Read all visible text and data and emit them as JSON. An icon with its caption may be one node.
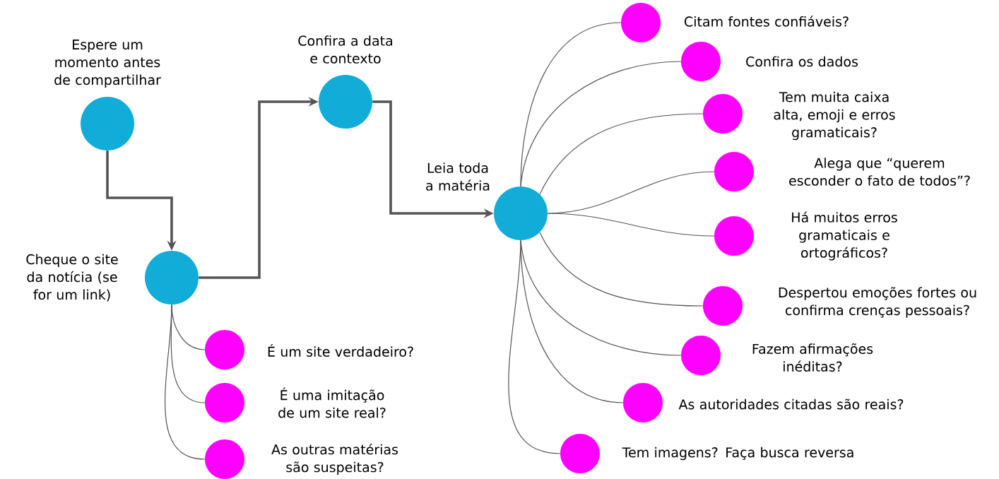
{
  "diagram": {
    "nodes": [
      {
        "text": [
          "Espere um momento antes de compartilhar"
        ]
      },
      {
        "text": [
          "Cheque o site da notícia (se for um link)"
        ]
      },
      {
        "text": [
          "Confira a data e contexto"
        ]
      },
      {
        "text": [
          "Leia toda a matéria"
        ]
      },
      {
        "text": [
          "É um site verdadeiro?"
        ]
      },
      {
        "text": [
          "É uma imitação de um site real?"
        ]
      },
      {
        "text": [
          "As outras matérias são suspeitas?"
        ]
      },
      {
        "text": [
          "Citam fontes confiáveis?"
        ]
      },
      {
        "text": [
          "Confira os dados"
        ]
      },
      {
        "text": [
          "Tem muita caixa alta, emoji e erros gramaticais?"
        ]
      },
      {
        "text": [
          "Alega que “querem esconder o fato de todos”?"
        ]
      },
      {
        "text": [
          "Há muitos erros gramaticais e ortográficos?"
        ]
      },
      {
        "text": [
          "Despertou emoções fortes ou confirma crenças pessoais?"
        ]
      },
      {
        "text": [
          "Fazem afirmações inéditas?"
        ]
      },
      {
        "text": [
          "As autoridades citadas são reais?"
        ]
      },
      {
        "text": [
          "Tem imagens? Faça busca reversa"
        ]
      }
    ],
    "edges": [
      {
        "from": 0,
        "to": 1,
        "arrow": "to",
        "style": "thick"
      },
      {
        "from": 1,
        "to": 2,
        "arrow": "to",
        "style": "thick"
      },
      {
        "from": 2,
        "to": 3,
        "arrow": "to",
        "style": "thick"
      },
      {
        "from": 1,
        "to": 4,
        "arrow": "none"
      },
      {
        "from": 1,
        "to": 5,
        "arrow": "none"
      },
      {
        "from": 1,
        "to": 6,
        "arrow": "none"
      },
      {
        "from": 3,
        "to": 7,
        "arrow": "none"
      },
      {
        "from": 3,
        "to": 8,
        "arrow": "none"
      },
      {
        "from": 3,
        "to": 9,
        "arrow": "none"
      },
      {
        "from": 3,
        "to": 10,
        "arrow": "none"
      },
      {
        "from": 3,
        "to": 11,
        "arrow": "none"
      },
      {
        "from": 3,
        "to": 12,
        "arrow": "none"
      },
      {
        "from": 3,
        "to": 13,
        "arrow": "none"
      },
      {
        "from": 3,
        "to": 14,
        "arrow": "none"
      },
      {
        "from": 3,
        "to": 15,
        "arrow": "none"
      }
    ]
  }
}
